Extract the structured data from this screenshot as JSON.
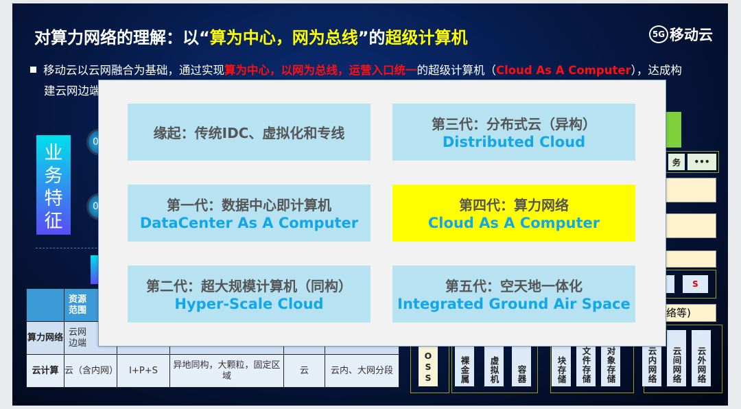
{
  "title": {
    "prefix": "对算力网络的理解：以“",
    "highlight": "算为中心，网为总线",
    "mid": "”的",
    "highlight2": "超级计算机"
  },
  "logo": {
    "badge": "5G",
    "text": "移动云"
  },
  "bullet": {
    "p1": "移动云以云网融合为基础，通过实现",
    "p2": "算为中心，以网为总线，运营入口统一",
    "p3": "的超级计算机（",
    "p4": "Cloud As A Computer",
    "p5": "），达成构",
    "line2": "建云网边端"
  },
  "feature_label": "业务特征",
  "circles": [
    "0",
    "0"
  ],
  "table": {
    "header": [
      "",
      "资源范围"
    ],
    "rows": [
      {
        "head": "算力网络",
        "cells": [
          "云网边端",
          "",
          "",
          "",
          ""
        ]
      },
      {
        "head": "云计算",
        "cells": [
          "云（含内网）",
          "I+P+S",
          "异地同构，大颗粒，固定区域",
          "云",
          "云内、大网分段"
        ]
      }
    ]
  },
  "right_panel": {
    "service_frag": "务",
    "more": "•••",
    "s_label": "S",
    "network_frag": "络等)",
    "vertical_items": [
      "OSS",
      "裸金属",
      "虚拟机",
      "容器",
      "块存储",
      "文件存储",
      "对象存储",
      "云内网络",
      "云间网络",
      "云外网络"
    ]
  },
  "popup": {
    "cards": [
      {
        "cn": "缘起：传统IDC、虚拟化和专线",
        "en": ""
      },
      {
        "cn": "第三代：分布式云（异构）",
        "en": "Distributed Cloud"
      },
      {
        "cn": "第一代：数据中心即计算机",
        "en": "DataCenter As A Computer"
      },
      {
        "cn": "第四代：算力网络",
        "en": "Cloud As A Computer"
      },
      {
        "cn": "第二代：超大规模计算机（同构）",
        "en": "Hyper-Scale Cloud"
      },
      {
        "cn": "第五代：空天地一体化",
        "en": "Integrated Ground Air Space"
      }
    ]
  },
  "colors": {
    "highlight_card": "#ffff00",
    "card": "#b7e2f2",
    "accent_text": "#12a8e8"
  }
}
